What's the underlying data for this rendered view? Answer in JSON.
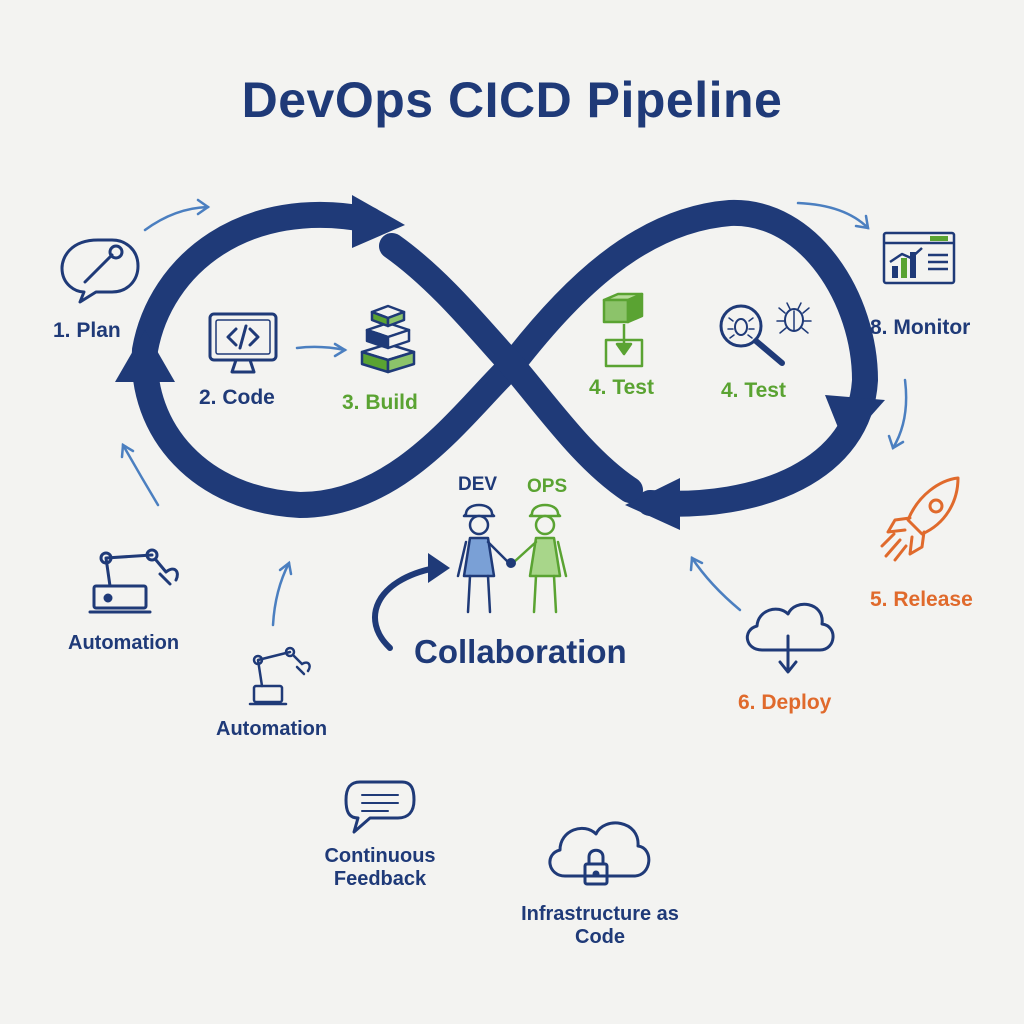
{
  "title": "DevOps CICD Pipeline",
  "stages": {
    "plan": "1. Plan",
    "code": "2. Code",
    "build": "3. Build",
    "test_a": "4. Test",
    "test_b": "4. Test",
    "release": "5. Release",
    "deploy": "6. Deploy",
    "monitor": "8. Monitor"
  },
  "roles": {
    "dev": "DEV",
    "ops": "OPS"
  },
  "practices": {
    "collaboration": "Collaboration",
    "automation_1": "Automation",
    "automation_2": "Automation",
    "feedback_line1": "Continuous",
    "feedback_line2": "Feedback",
    "iac_line1": "Infrastructure as",
    "iac_line2": "Code"
  },
  "icons": {
    "plan": "wrench-speech-icon",
    "code": "code-monitor-icon",
    "build": "stacked-blocks-icon",
    "test_a": "test-block-icon",
    "test_b": "magnifier-bug-icon",
    "monitor": "dashboard-icon",
    "release": "rocket-icon",
    "deploy": "cloud-download-icon",
    "automation": "robot-arm-icon",
    "feedback": "chat-bubble-icon",
    "iac": "cloud-lock-icon",
    "collaboration": "handshake-people-icon"
  },
  "colors": {
    "navy": "#1f3a78",
    "green": "#5aa332",
    "orange": "#e06a2c",
    "light_blue": "#4b7fc0",
    "background": "#f3f3f1"
  }
}
